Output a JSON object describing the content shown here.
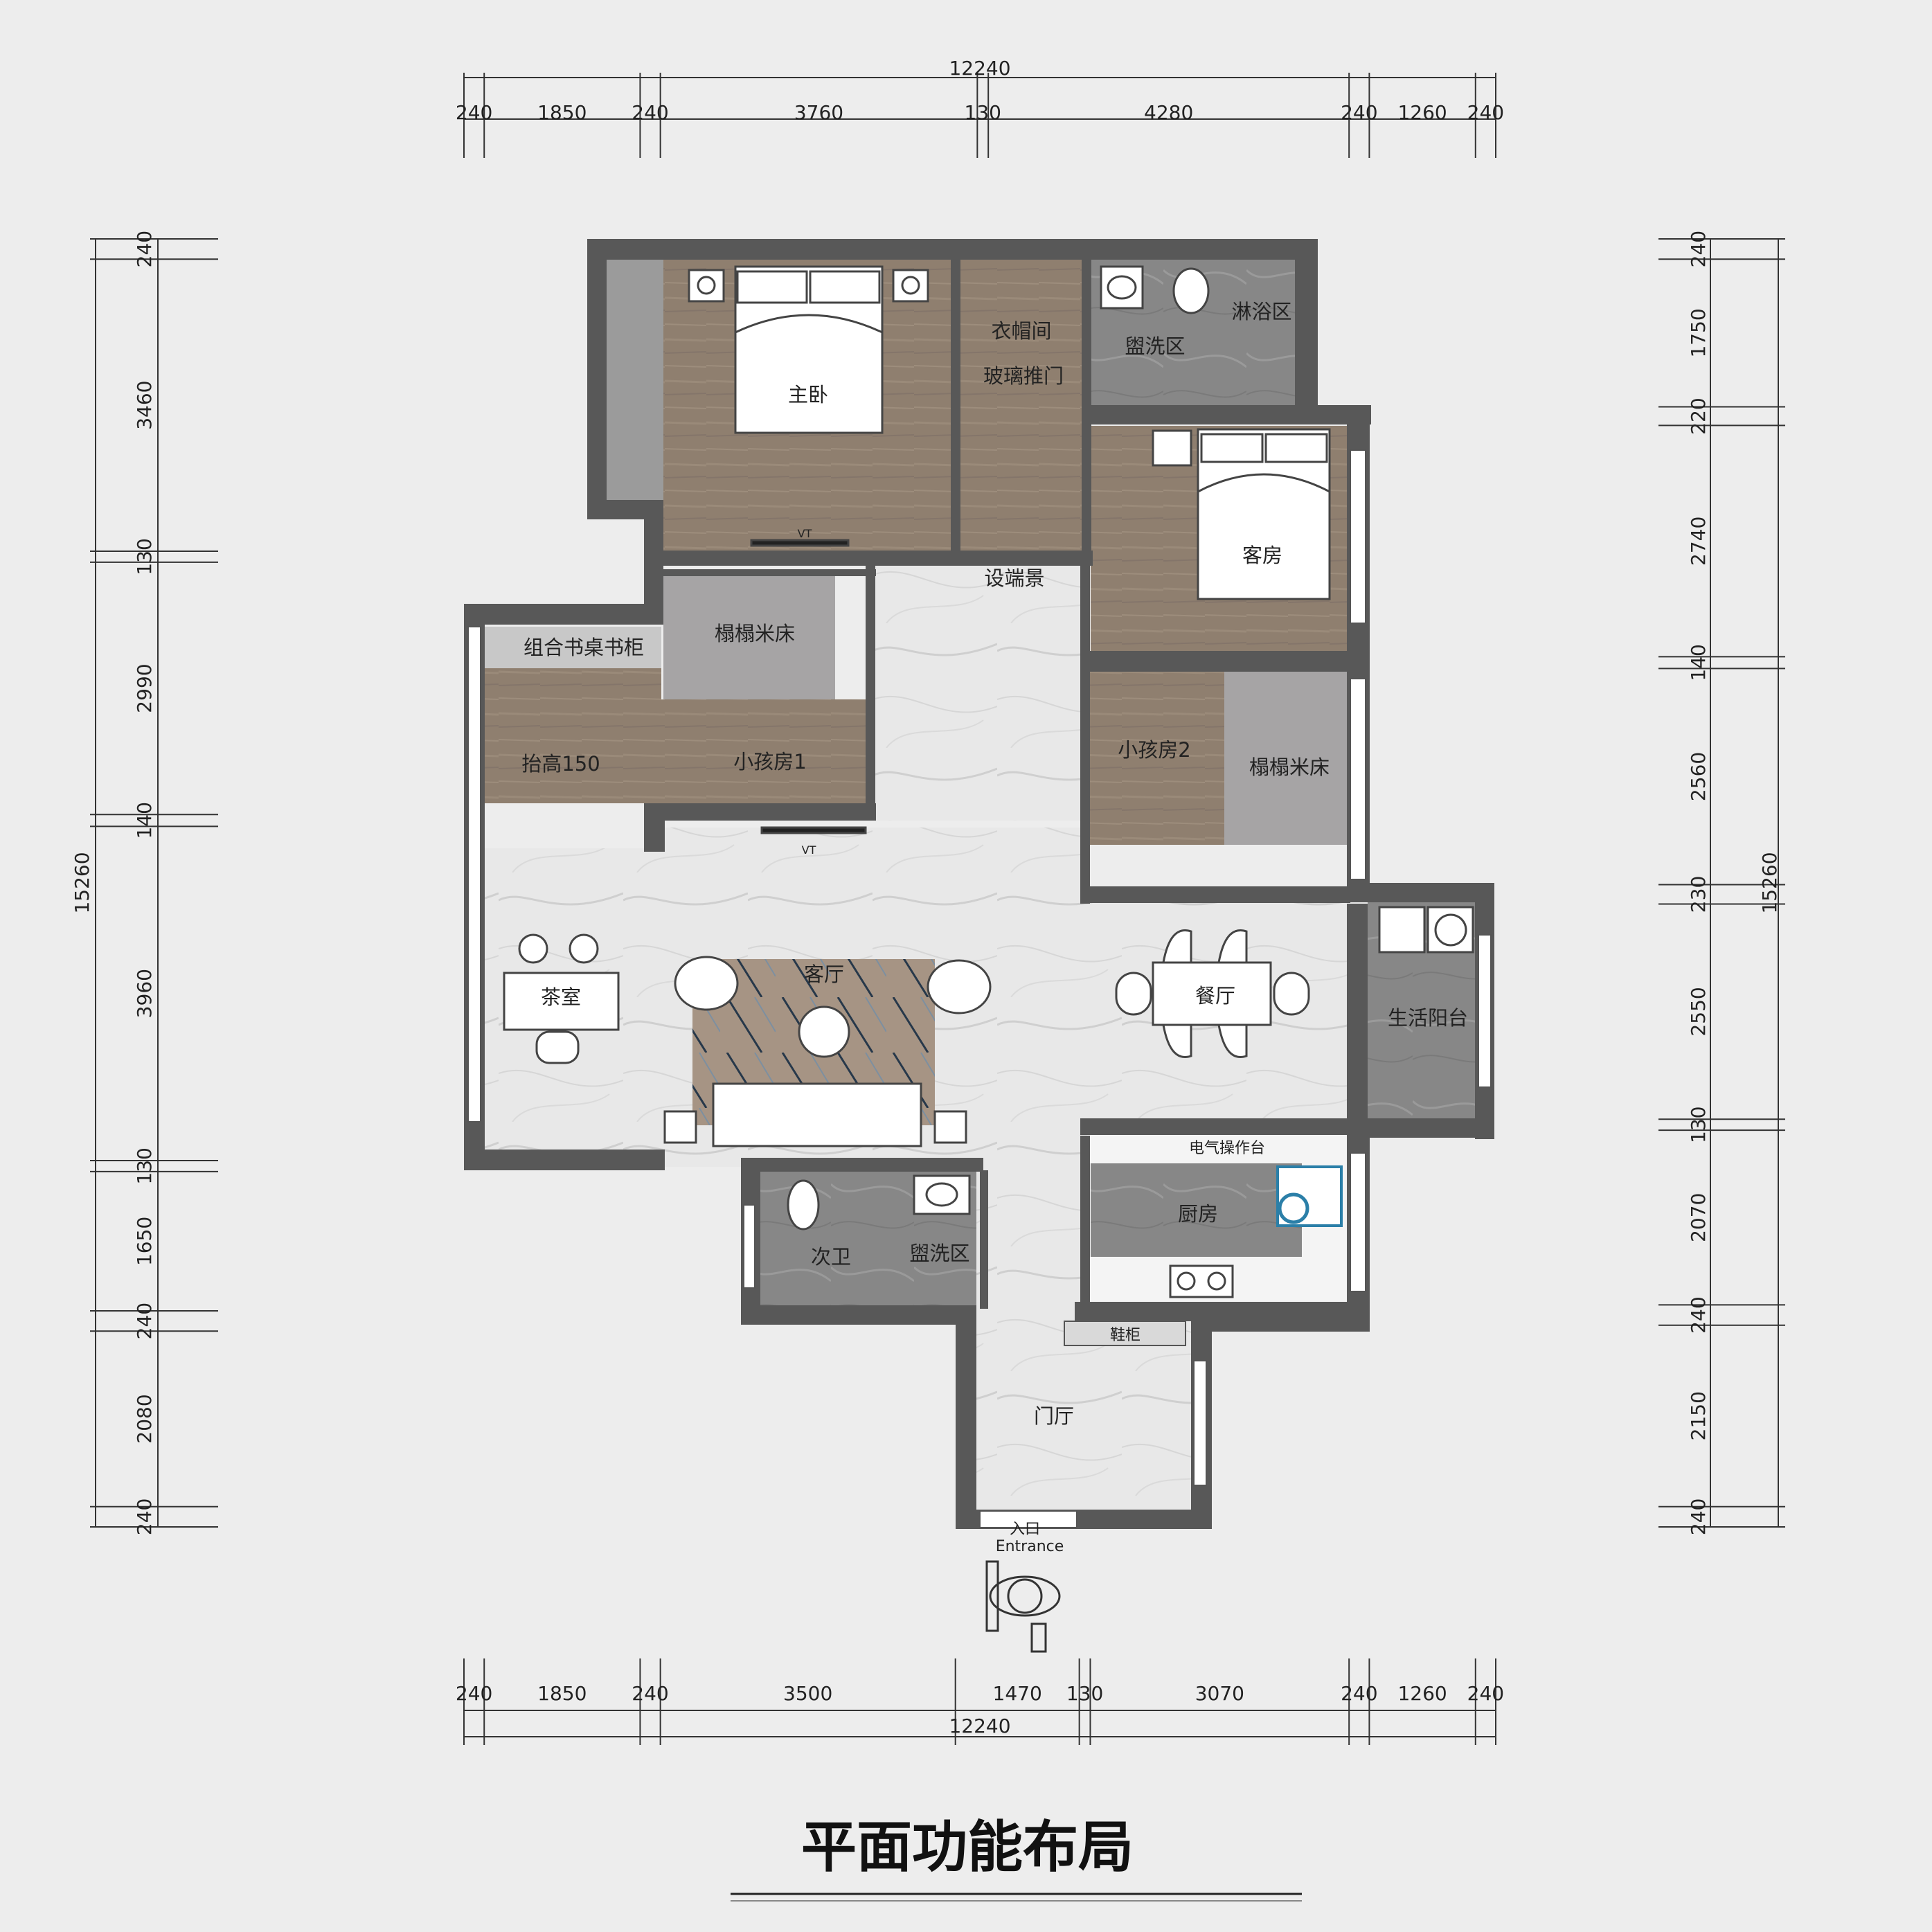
{
  "title": "平面功能布局",
  "dimensions": {
    "top": {
      "total": "12240",
      "segments": [
        "240",
        "1850",
        "240",
        "3760",
        "130",
        "4280",
        "240",
        "1260",
        "240"
      ]
    },
    "bottom": {
      "total": "12240",
      "segments": [
        "240",
        "1850",
        "240",
        "3500",
        "1470",
        "130",
        "3070",
        "240",
        "1260",
        "240"
      ]
    },
    "left": {
      "total": "15260",
      "segments": [
        "240",
        "3460",
        "130",
        "2990",
        "140",
        "3960",
        "130",
        "1650",
        "240",
        "2080",
        "240"
      ]
    },
    "right": {
      "total": "15260",
      "segments": [
        "240",
        "1750",
        "220",
        "2740",
        "140",
        "2560",
        "230",
        "2550",
        "130",
        "2070",
        "240",
        "2150",
        "240"
      ]
    }
  },
  "rooms": {
    "master_bedroom": "主卧",
    "cloakroom": "衣帽间",
    "glass_door": "玻璃推门",
    "washing_area_top": "盥洗区",
    "shower_area": "淋浴区",
    "guest_room": "客房",
    "feature_wall": "设端景",
    "tatami_left": "榻榻米床",
    "desk_cabinet": "组合书桌书柜",
    "raised": "抬高150",
    "kids_room_1": "小孩房1",
    "kids_room_2": "小孩房2",
    "tatami_right": "榻榻米床",
    "tea_room": "茶室",
    "living_room": "客厅",
    "dining_room": "餐厅",
    "utility_balcony": "生活阳台",
    "electric_counter": "电气操作台",
    "kitchen": "厨房",
    "second_bath": "次卫",
    "washing_area_bottom": "盥洗区",
    "shoe_cabinet": "鞋柜",
    "foyer": "门厅",
    "entrance_cn": "入口",
    "entrance_en": "Entrance",
    "tv_label_1": "VT",
    "tv_label_2": "VT"
  },
  "colors": {
    "background": "#ededed",
    "wall": "#585858",
    "wood_floor": "#8f7f6f",
    "marble_floor": "#e6e6e6",
    "gray_tile": "#868686",
    "tatami": "#a6a4a5",
    "accent_sink": "#2b7fa8"
  }
}
